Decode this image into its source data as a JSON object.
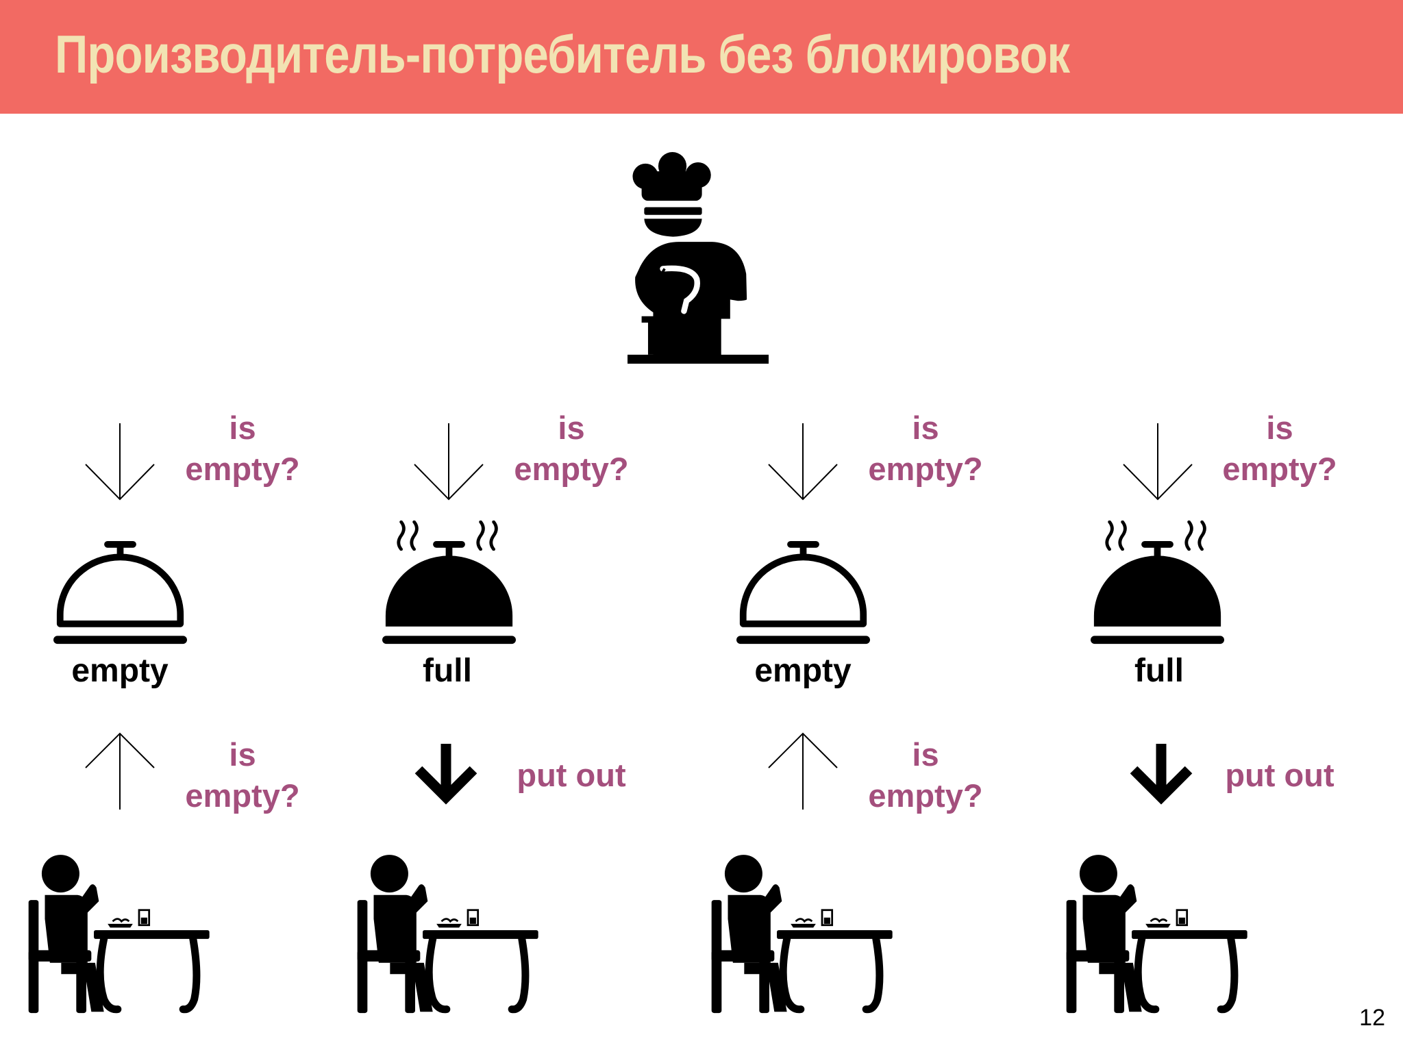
{
  "slide": {
    "title": "Производитель-потребитель без блокировок",
    "page_number": "12"
  },
  "colors": {
    "header_bg": "#f26a63",
    "title_text": "#f2e3b3",
    "question_text": "#a44f7d",
    "icon": "#000000"
  },
  "producer": {
    "icon": "chef-cooking-icon"
  },
  "columns": [
    {
      "top_query": {
        "line1": "is",
        "line2": "empty?"
      },
      "plate_state": "empty",
      "bottom_action": {
        "kind": "query",
        "line1": "is",
        "line2": "empty?"
      }
    },
    {
      "top_query": {
        "line1": "is",
        "line2": "empty?"
      },
      "plate_state": "full",
      "bottom_action": {
        "kind": "put",
        "label": "put out"
      }
    },
    {
      "top_query": {
        "line1": "is",
        "line2": "empty?"
      },
      "plate_state": "empty",
      "bottom_action": {
        "kind": "query",
        "line1": "is",
        "line2": "empty?"
      }
    },
    {
      "top_query": {
        "line1": "is",
        "line2": "empty?"
      },
      "plate_state": "full",
      "bottom_action": {
        "kind": "put",
        "label": "put out"
      }
    }
  ]
}
